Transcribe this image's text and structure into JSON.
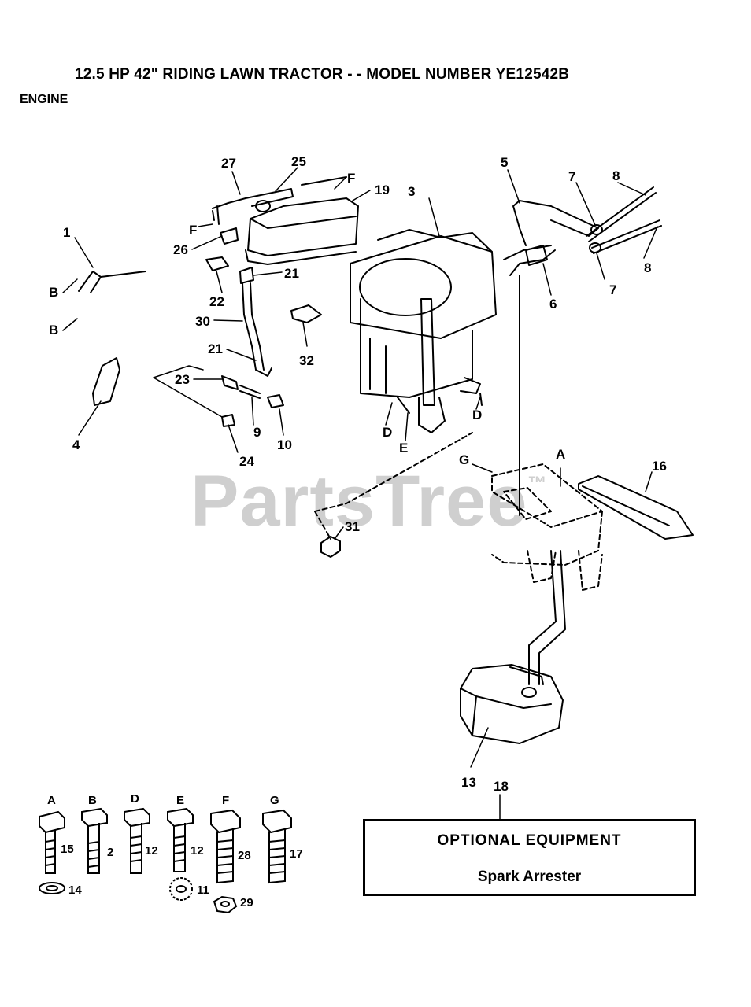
{
  "header": {
    "title": "12.5 HP 42\" RIDING LAWN TRACTOR - - MODEL NUMBER YE12542B",
    "section": "ENGINE"
  },
  "watermark": {
    "text": "PartsTree",
    "mark": "™"
  },
  "callouts": [
    "1",
    "3",
    "4",
    "5",
    "6",
    "7",
    "7",
    "8",
    "8",
    "9",
    "10",
    "13",
    "16",
    "18",
    "19",
    "21",
    "21",
    "22",
    "23",
    "24",
    "25",
    "26",
    "27",
    "30",
    "31",
    "32"
  ],
  "connectors": [
    "A",
    "B",
    "B",
    "D",
    "D",
    "E",
    "F",
    "F",
    "G"
  ],
  "hardware": [
    {
      "letter": "A",
      "part": "15",
      "washer": "14"
    },
    {
      "letter": "B",
      "part": "2"
    },
    {
      "letter": "D",
      "part": "12"
    },
    {
      "letter": "E",
      "part": "12",
      "washer": "11"
    },
    {
      "letter": "F",
      "part": "28",
      "nut": "29"
    },
    {
      "letter": "G",
      "part": "17"
    }
  ],
  "optional": {
    "title": "OPTIONAL EQUIPMENT",
    "item": "Spark Arrester"
  }
}
